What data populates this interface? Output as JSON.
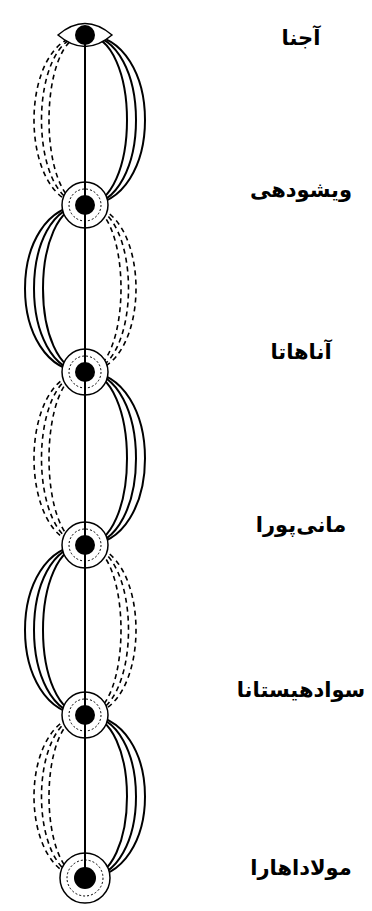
{
  "diagram": {
    "labels": [
      "آجنا",
      "ویشودهی",
      "آناهاتا",
      "مانی‌پورا",
      "سوادهیستانا",
      "مولاداهارا"
    ]
  }
}
